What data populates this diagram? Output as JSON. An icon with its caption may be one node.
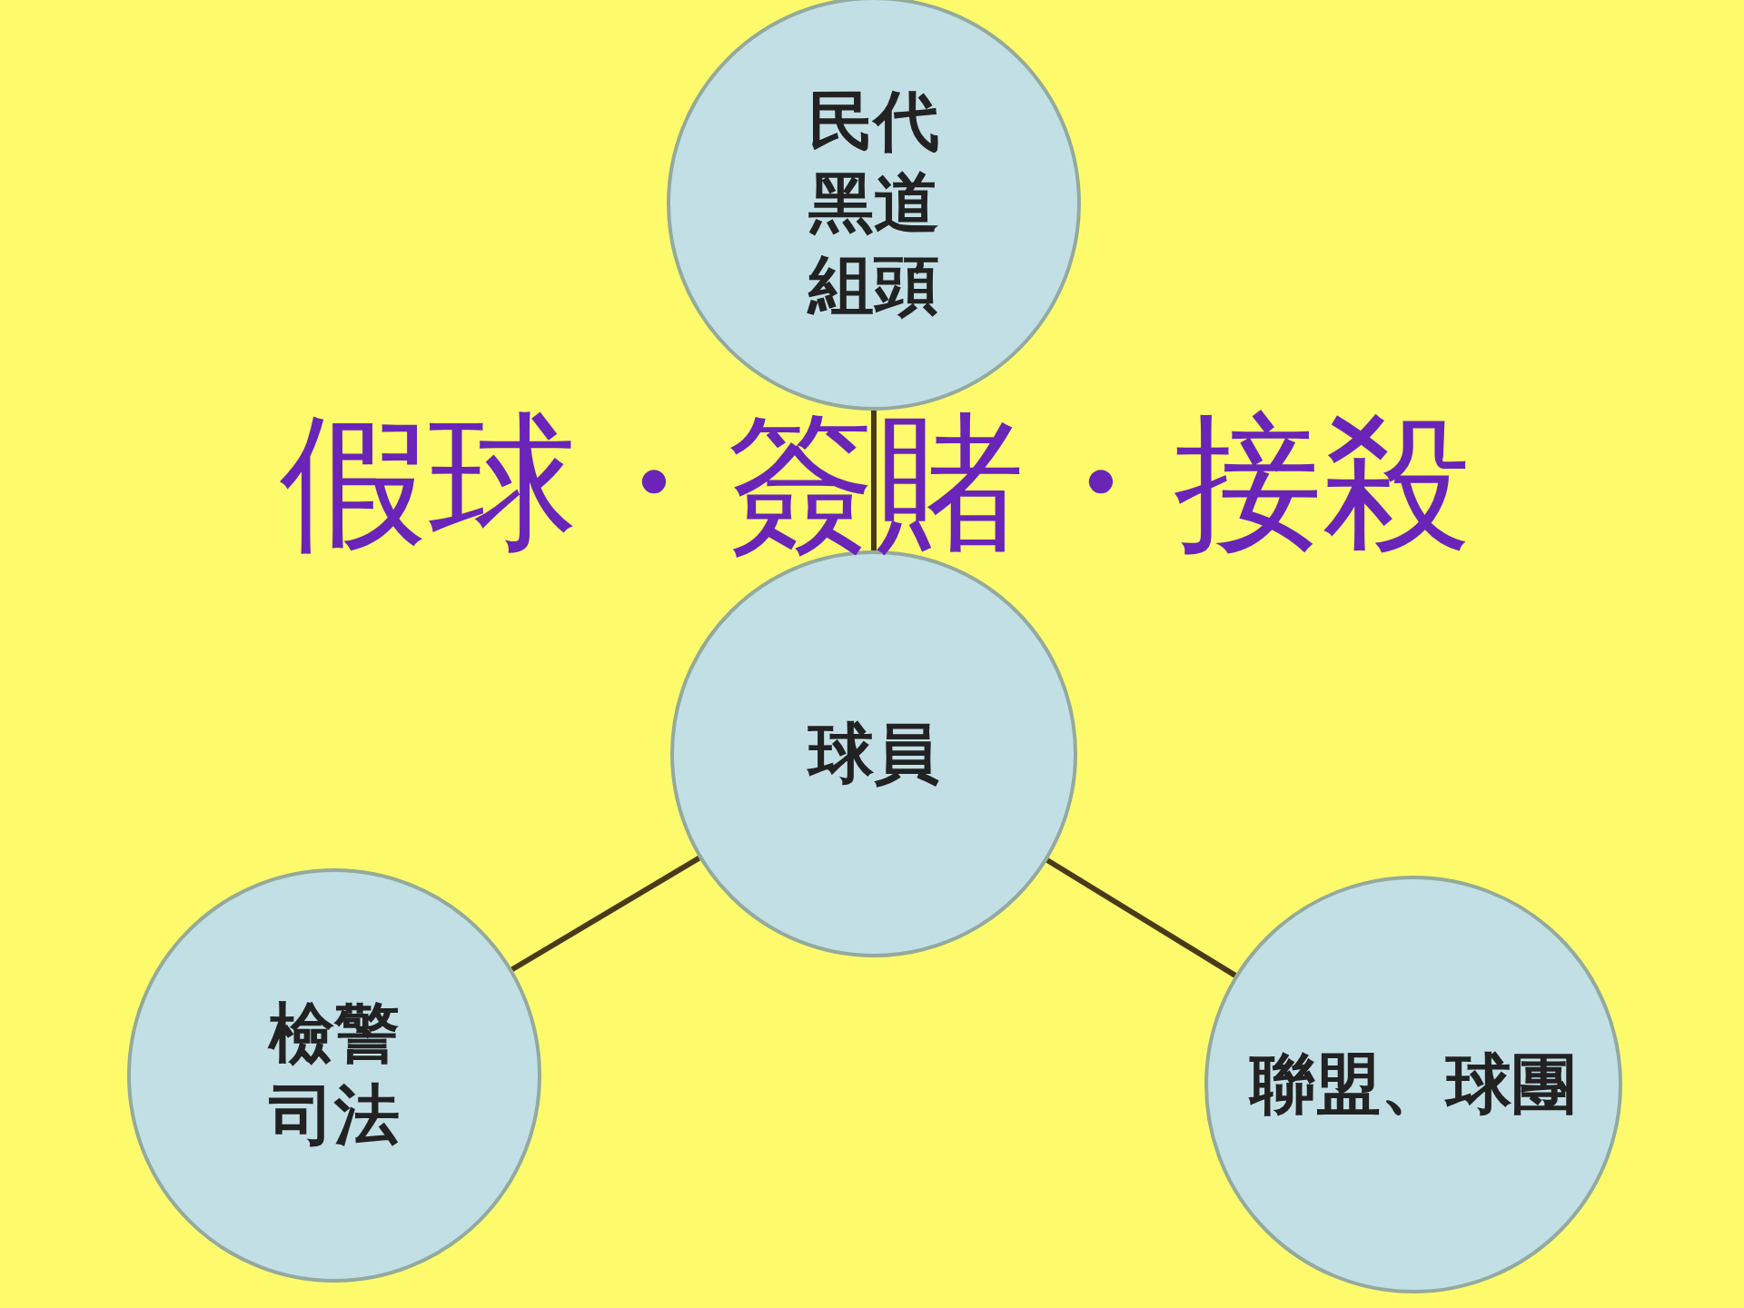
{
  "diagram": {
    "title": "假球・簽賭・接殺",
    "nodes": [
      {
        "text": [
          "民代黑道組頭"
        ]
      },
      {
        "text": [
          "球員"
        ]
      },
      {
        "text": [
          "檢警司法"
        ]
      },
      {
        "text": [
          "聯盟、球團"
        ]
      }
    ],
    "edges": [
      {
        "from": 0,
        "to": 1,
        "arrow": "none"
      },
      {
        "from": 1,
        "to": 2,
        "arrow": "none"
      },
      {
        "from": 1,
        "to": 3,
        "arrow": "none"
      }
    ]
  }
}
